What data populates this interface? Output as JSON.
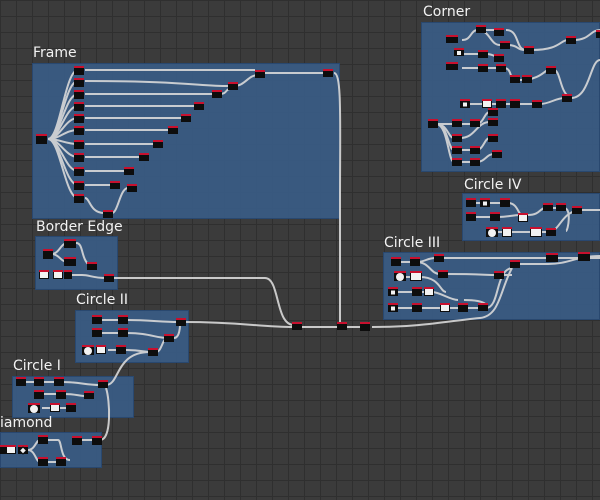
{
  "canvas": {
    "frames": [
      {
        "id": "frame",
        "title": "Frame"
      },
      {
        "id": "corner",
        "title": "Corner"
      },
      {
        "id": "border-edge",
        "title": "Border Edge"
      },
      {
        "id": "circle-iv",
        "title": "Circle IV"
      },
      {
        "id": "circle-iii",
        "title": "Circle III"
      },
      {
        "id": "circle-ii",
        "title": "Circle II"
      },
      {
        "id": "circle-i",
        "title": "Circle I"
      },
      {
        "id": "diamond",
        "title": "iamond"
      }
    ]
  },
  "colors": {
    "background": "#3b3b3b",
    "grid": "#2f2f2f",
    "frame": "#3a5f8c",
    "node": "#0d0d0d",
    "port": "#c8102e",
    "wire": "#d9d9d9"
  }
}
